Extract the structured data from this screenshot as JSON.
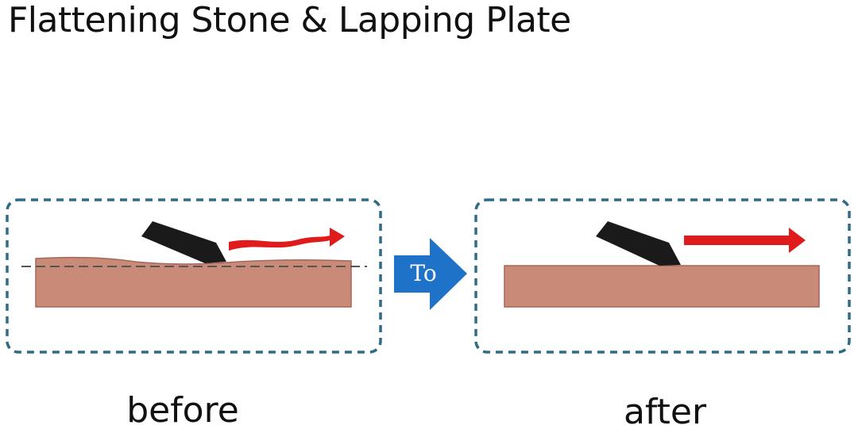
{
  "title": "Flattening Stone & Lapping Plate",
  "arrow_label": "To",
  "panels": [
    {
      "caption": "before"
    },
    {
      "caption": "after"
    }
  ],
  "colors": {
    "frame": "#2f6b86",
    "stone": "#c98a78",
    "stone_edge": "#a5675a",
    "blade": "#1a1a1a",
    "motion_arrow": "#e01b1b",
    "to_arrow": "#1e73c8"
  }
}
